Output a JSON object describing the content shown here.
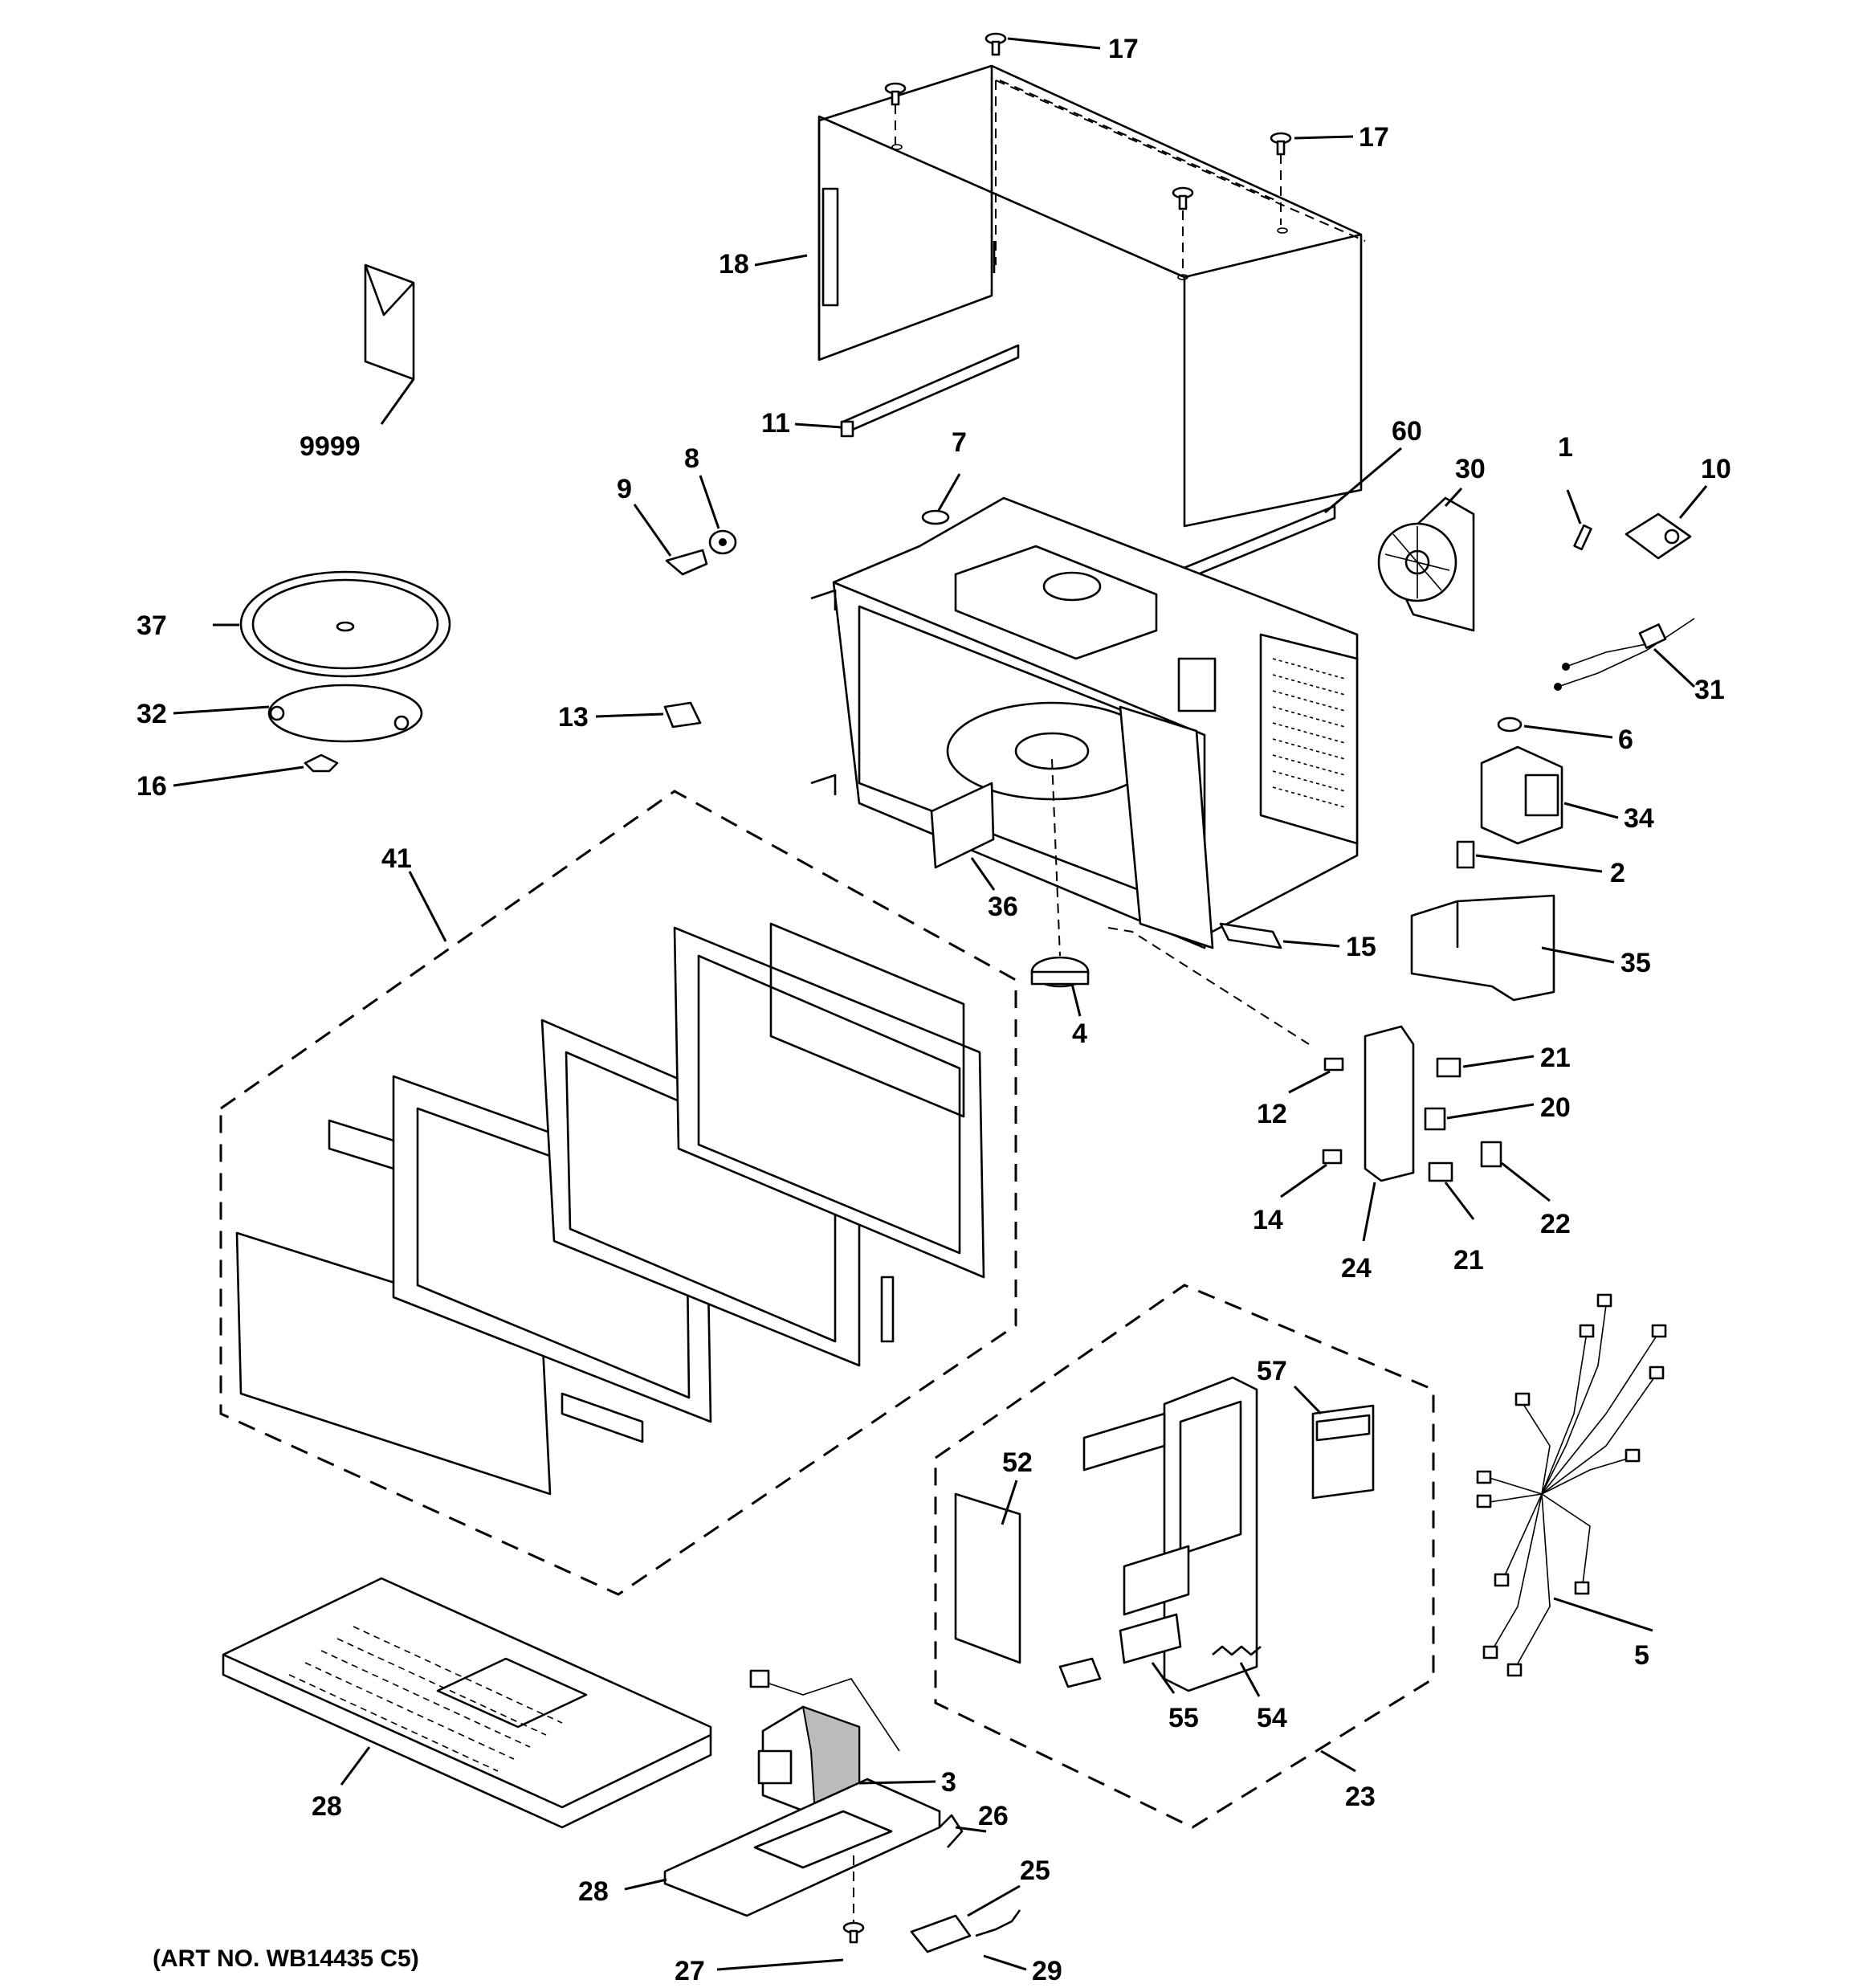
{
  "art_number": "(ART NO. WB14435 C5)",
  "callouts": [
    {
      "id": "c-17a",
      "text": "17"
    },
    {
      "id": "c-17b",
      "text": "17"
    },
    {
      "id": "c-18",
      "text": "18"
    },
    {
      "id": "c-9999",
      "text": "9999"
    },
    {
      "id": "c-11",
      "text": "11"
    },
    {
      "id": "c-8",
      "text": "8"
    },
    {
      "id": "c-9",
      "text": "9"
    },
    {
      "id": "c-7",
      "text": "7"
    },
    {
      "id": "c-60",
      "text": "60"
    },
    {
      "id": "c-30",
      "text": "30"
    },
    {
      "id": "c-1",
      "text": "1"
    },
    {
      "id": "c-10",
      "text": "10"
    },
    {
      "id": "c-37",
      "text": "37"
    },
    {
      "id": "c-32",
      "text": "32"
    },
    {
      "id": "c-16",
      "text": "16"
    },
    {
      "id": "c-13",
      "text": "13"
    },
    {
      "id": "c-31",
      "text": "31"
    },
    {
      "id": "c-6",
      "text": "6"
    },
    {
      "id": "c-34",
      "text": "34"
    },
    {
      "id": "c-2",
      "text": "2"
    },
    {
      "id": "c-41",
      "text": "41"
    },
    {
      "id": "c-36",
      "text": "36"
    },
    {
      "id": "c-35",
      "text": "35"
    },
    {
      "id": "c-4",
      "text": "4"
    },
    {
      "id": "c-15",
      "text": "15"
    },
    {
      "id": "c-21a",
      "text": "21"
    },
    {
      "id": "c-12",
      "text": "12"
    },
    {
      "id": "c-20",
      "text": "20"
    },
    {
      "id": "c-14",
      "text": "14"
    },
    {
      "id": "c-22",
      "text": "22"
    },
    {
      "id": "c-24",
      "text": "24"
    },
    {
      "id": "c-21b",
      "text": "21"
    },
    {
      "id": "c-57",
      "text": "57"
    },
    {
      "id": "c-52",
      "text": "52"
    },
    {
      "id": "c-5",
      "text": "5"
    },
    {
      "id": "c-55",
      "text": "55"
    },
    {
      "id": "c-54",
      "text": "54"
    },
    {
      "id": "c-28a",
      "text": "28"
    },
    {
      "id": "c-3",
      "text": "3"
    },
    {
      "id": "c-26",
      "text": "26"
    },
    {
      "id": "c-23",
      "text": "23"
    },
    {
      "id": "c-25",
      "text": "25"
    },
    {
      "id": "c-28b",
      "text": "28"
    },
    {
      "id": "c-27",
      "text": "27"
    },
    {
      "id": "c-29",
      "text": "29"
    }
  ]
}
